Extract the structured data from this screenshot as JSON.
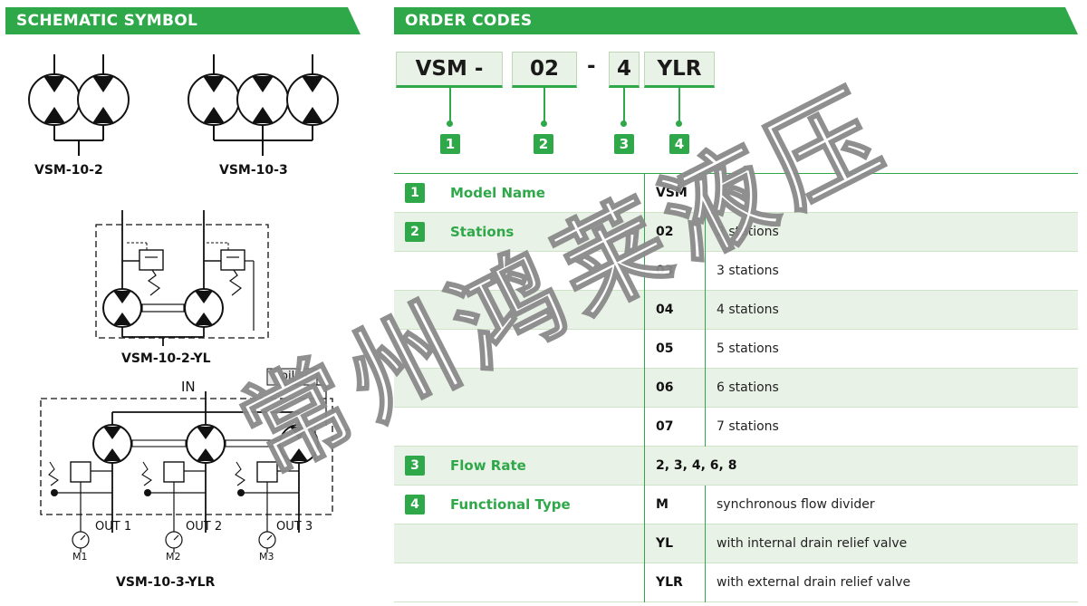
{
  "left_header": {
    "title": "SCHEMATIC SYMBOL"
  },
  "right_header": {
    "title": "ORDER CODES"
  },
  "schematic": {
    "labels": {
      "vsm_10_2": "VSM-10-2",
      "vsm_10_3": "VSM-10-3",
      "vsm_10_2_yl": "VSM-10-2-YL",
      "vsm_10_3_ylr": "VSM-10-3-YLR"
    },
    "ports": {
      "in": "IN",
      "oil": "oil",
      "t": "T",
      "out1": "OUT 1",
      "out2": "OUT 2",
      "out3": "OUT 3",
      "m1": "M1",
      "m2": "M2",
      "m3": "M3"
    }
  },
  "order_code": {
    "segments": [
      "VSM -",
      "02",
      "4",
      "YLR"
    ],
    "dash": "-",
    "numbers": [
      "1",
      "2",
      "3",
      "4"
    ]
  },
  "table": {
    "rows": [
      {
        "num": "1",
        "name": "Model Name",
        "code": "VSM",
        "desc": ""
      },
      {
        "num": "2",
        "name": "Stations",
        "code": "02",
        "desc": "2 stations"
      },
      {
        "num": "",
        "name": "",
        "code": "03",
        "desc": "3 stations"
      },
      {
        "num": "",
        "name": "",
        "code": "04",
        "desc": "4 stations"
      },
      {
        "num": "",
        "name": "",
        "code": "05",
        "desc": "5 stations"
      },
      {
        "num": "",
        "name": "",
        "code": "06",
        "desc": "6 stations"
      },
      {
        "num": "",
        "name": "",
        "code": "07",
        "desc": "7 stations"
      },
      {
        "num": "3",
        "name": "Flow Rate",
        "code": "2, 3, 4, 6, 8",
        "desc": ""
      },
      {
        "num": "4",
        "name": "Functional Type",
        "code": "M",
        "desc": "synchronous flow divider"
      },
      {
        "num": "",
        "name": "",
        "code": "YL",
        "desc": "with internal drain relief valve"
      },
      {
        "num": "",
        "name": "",
        "code": "YLR",
        "desc": "with external drain relief valve"
      }
    ]
  },
  "watermark": {
    "text": "常州鸿莱液压"
  },
  "colors": {
    "accent": "#2fa84a",
    "shade": "#e9f2e6"
  }
}
